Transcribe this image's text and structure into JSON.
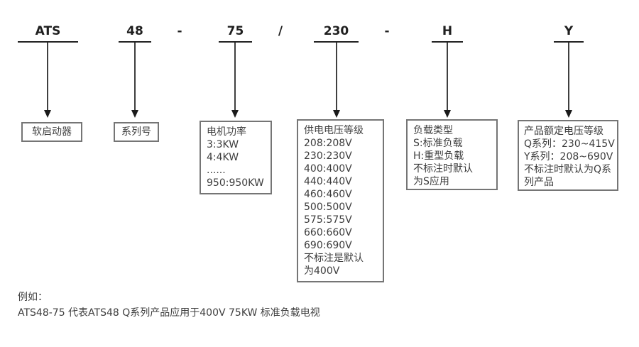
{
  "diagram": {
    "code_segments": [
      {
        "text": "ATS"
      },
      {
        "text": "48"
      },
      {
        "text": "75"
      },
      {
        "text": "230"
      },
      {
        "text": "H"
      },
      {
        "text": "Y"
      }
    ],
    "separators": [
      {
        "text": "-"
      },
      {
        "text": "/"
      },
      {
        "text": "-"
      }
    ],
    "explanations": [
      {
        "name": "soft-starter",
        "lines": [
          "软启动器"
        ]
      },
      {
        "name": "series-number",
        "lines": [
          "系列号"
        ]
      },
      {
        "name": "motor-power",
        "lines": [
          "电机功率",
          "3:3KW",
          "4:4KW",
          "......",
          "950:950KW"
        ]
      },
      {
        "name": "supply-voltage-level",
        "lines": [
          "供电电压等级",
          "208:208V",
          "230:230V",
          "400:400V",
          "440:440V",
          "460:460V",
          "500:500V",
          "575:575V",
          "660:660V",
          "690:690V",
          "不标注是默认",
          "为400V"
        ]
      },
      {
        "name": "load-type",
        "lines": [
          "负载类型",
          "S:标准负载",
          "H:重型负载",
          "不标注时默认",
          "为S应用"
        ]
      },
      {
        "name": "rated-voltage-level",
        "lines": [
          "产品额定电压等级",
          "Q系列：230~415V",
          "Y系列：208~690V",
          "不标注时默认为Q系",
          "列产品"
        ]
      }
    ],
    "example": {
      "label": "例如：",
      "text": "ATS48-75 代表ATS48 Q系列产品应用于400V 75KW 标准负载电视"
    },
    "colors": {
      "background": "#ffffff",
      "code_text": "#1f1f1f",
      "underline": "#222222",
      "arrow_line": "#3f3f3f",
      "arrow_head": "#1a1a1a",
      "box_border": "#757575",
      "box_text": "#3d3d3d"
    }
  }
}
